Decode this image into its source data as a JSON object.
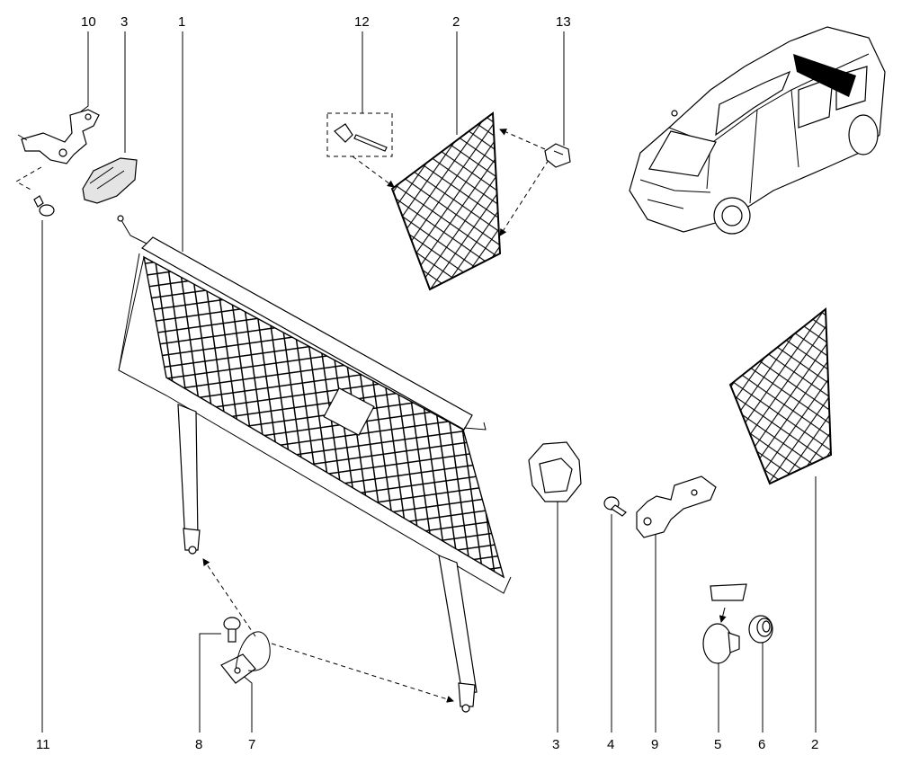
{
  "callouts": [
    {
      "id": "c-top-10",
      "text": "10"
    },
    {
      "id": "c-top-3",
      "text": "3"
    },
    {
      "id": "c-top-1",
      "text": "1"
    },
    {
      "id": "c-top-12",
      "text": "12"
    },
    {
      "id": "c-top-2",
      "text": "2"
    },
    {
      "id": "c-top-13",
      "text": "13"
    },
    {
      "id": "c-bot-11",
      "text": "11"
    },
    {
      "id": "c-bot-8",
      "text": "8"
    },
    {
      "id": "c-bot-7",
      "text": "7"
    },
    {
      "id": "c-bot-3",
      "text": "3"
    },
    {
      "id": "c-bot-4",
      "text": "4"
    },
    {
      "id": "c-bot-9",
      "text": "9"
    },
    {
      "id": "c-bot-5",
      "text": "5"
    },
    {
      "id": "c-bot-6",
      "text": "6"
    },
    {
      "id": "c-bot-2",
      "text": "2"
    }
  ]
}
